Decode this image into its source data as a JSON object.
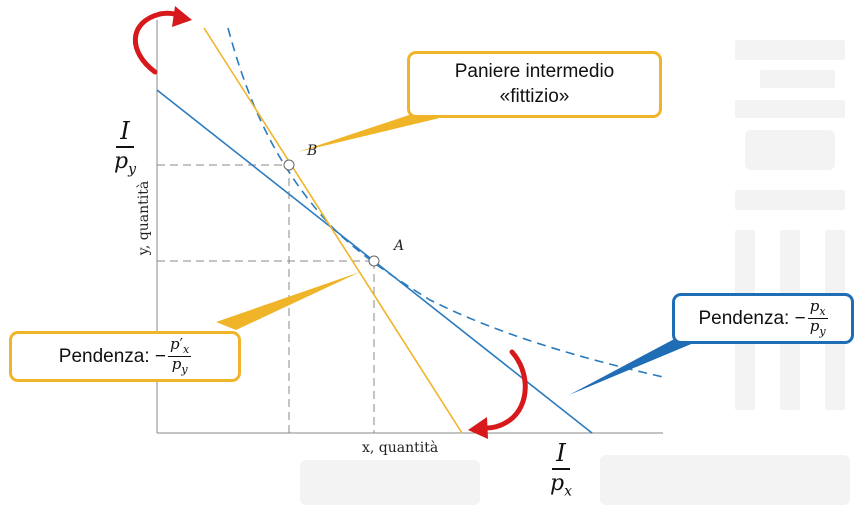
{
  "chart_data": {
    "type": "diagram",
    "title": "",
    "xlabel": "x, quantità",
    "ylabel": "y, quantità",
    "points": [
      {
        "label": "A"
      },
      {
        "label": "B"
      }
    ],
    "intercepts": {
      "y_axis": {
        "numerator": "I",
        "denominator": "p",
        "subscript": "y"
      },
      "x_axis": {
        "numerator": "I",
        "denominator": "p",
        "subscript": "x"
      }
    },
    "colors": {
      "budget_line": "#2b7bbf",
      "rotated_budget_line": "#f0b429",
      "indifference_curve": "#2b7bbf",
      "rotation_arrows": "#d7191c",
      "callout_yellow_border": "#f0b429",
      "callout_blue_border": "#1f6db5"
    }
  },
  "callouts": {
    "intermediate": {
      "line1": "Paniere intermedio",
      "line2": "«fittizio»"
    },
    "slope_new": {
      "prefix": "Pendenza: −",
      "num_base": "p",
      "num_mark": "′",
      "num_sub": "x",
      "den_base": "p",
      "den_sub": "y"
    },
    "slope_old": {
      "prefix": "Pendenza: −",
      "num_base": "p",
      "num_sub": "x",
      "den_base": "p",
      "den_sub": "y"
    }
  }
}
